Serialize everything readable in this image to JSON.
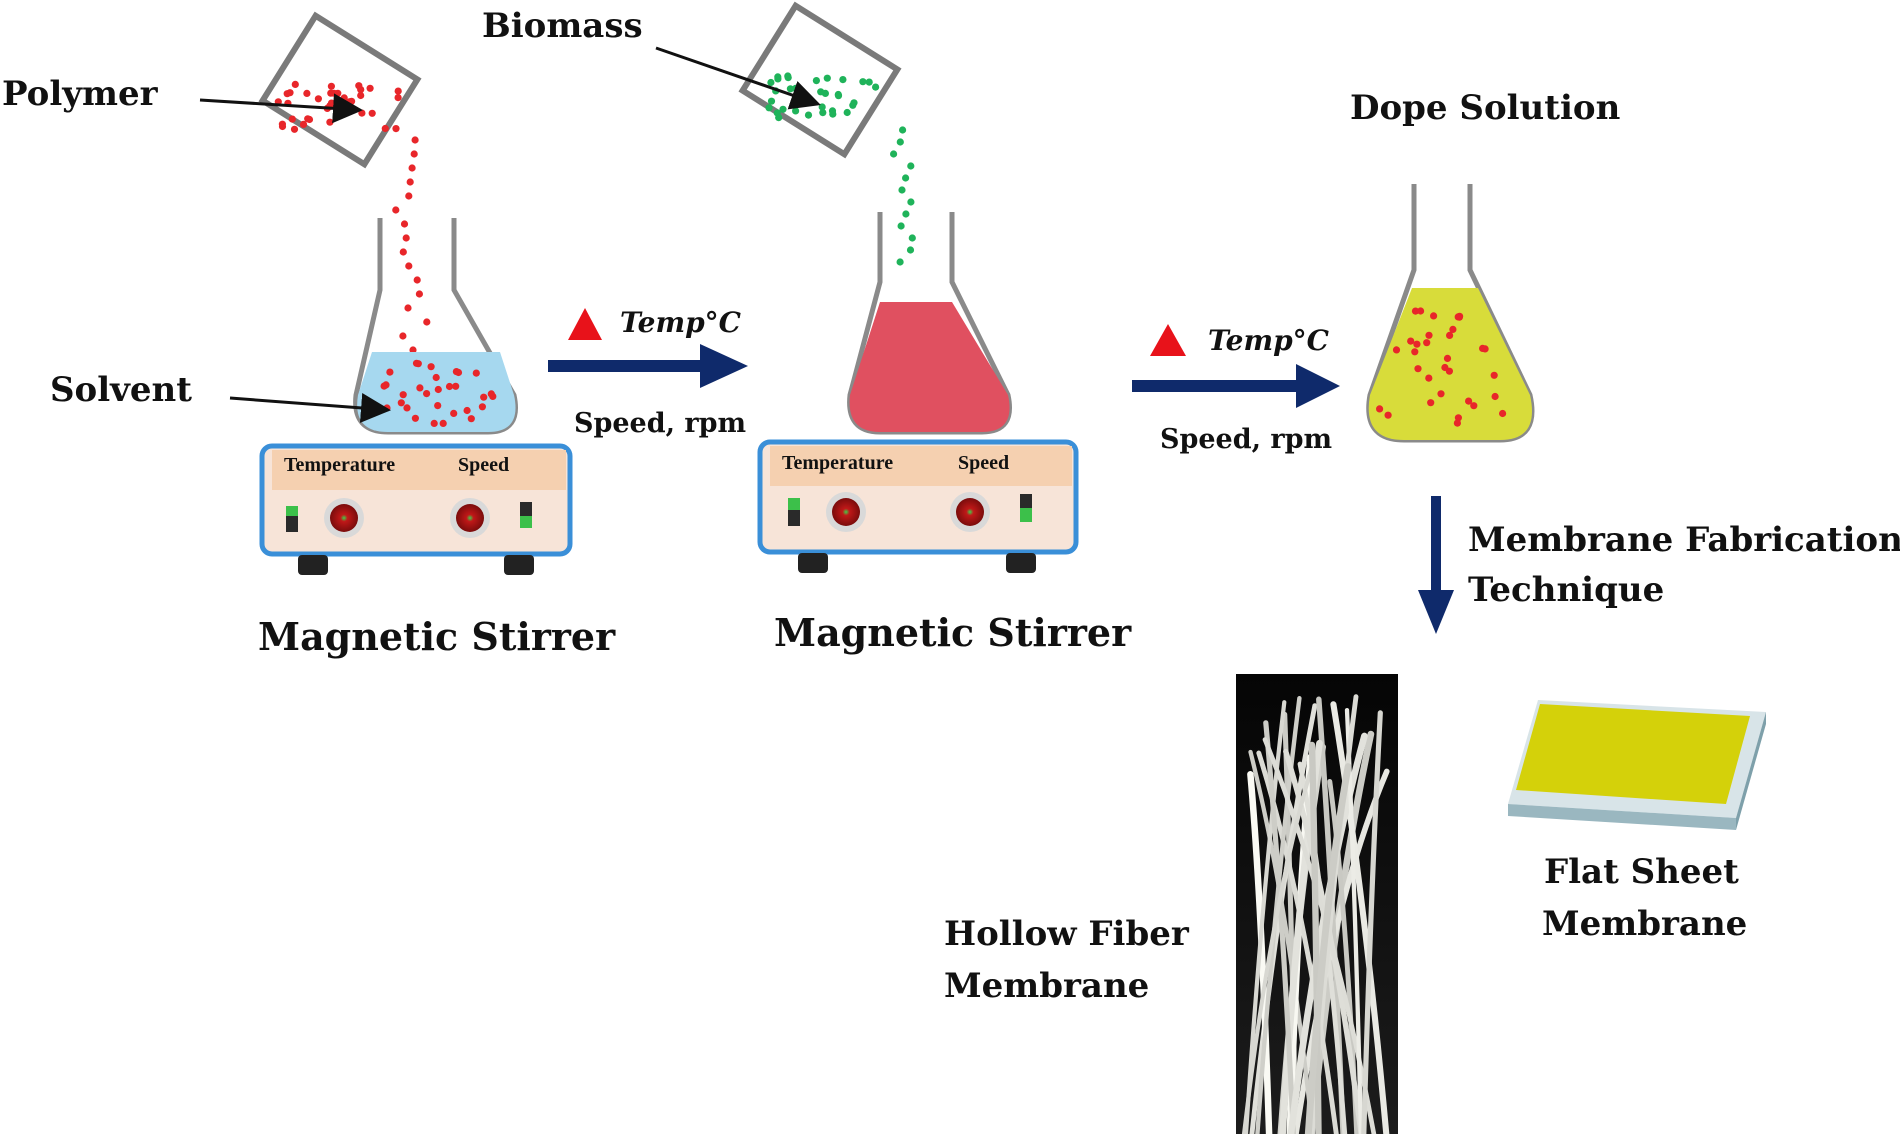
{
  "labels": {
    "polymer": "Polymer",
    "biomass": "Biomass",
    "solvent": "Solvent",
    "dope_solution": "Dope Solution",
    "magnetic_stirrer_1": "Magnetic Stirrer",
    "magnetic_stirrer_2": "Magnetic Stirrer",
    "temp_1": "Temp°C",
    "temp_2": "Temp°C",
    "speed_1": "Speed, rpm",
    "speed_2": "Speed, rpm",
    "fabrication_line1": "Membrane Fabrication",
    "fabrication_line2": "Technique",
    "hollow_line1": "Hollow Fiber",
    "hollow_line2": "Membrane",
    "flat_line1": "Flat Sheet",
    "flat_line2": "Membrane"
  },
  "stirrer_panel": {
    "temperature": "Temperature",
    "speed": "Speed"
  },
  "colors": {
    "polymer_particles": "#e8262a",
    "biomass_particles": "#1fb35a",
    "solvent": "#a6d8ef",
    "mixture": "#e05060",
    "dope": "#d8dc3a",
    "arrow": "#0f2a6b",
    "heat_triangle": "#e8121a",
    "stirrer_frame": "#3a8fd8",
    "stirrer_panel": "#f5d0b0",
    "flat_sheet_top": "#d4d10a",
    "flat_sheet_edge": "#a9c4cc"
  }
}
